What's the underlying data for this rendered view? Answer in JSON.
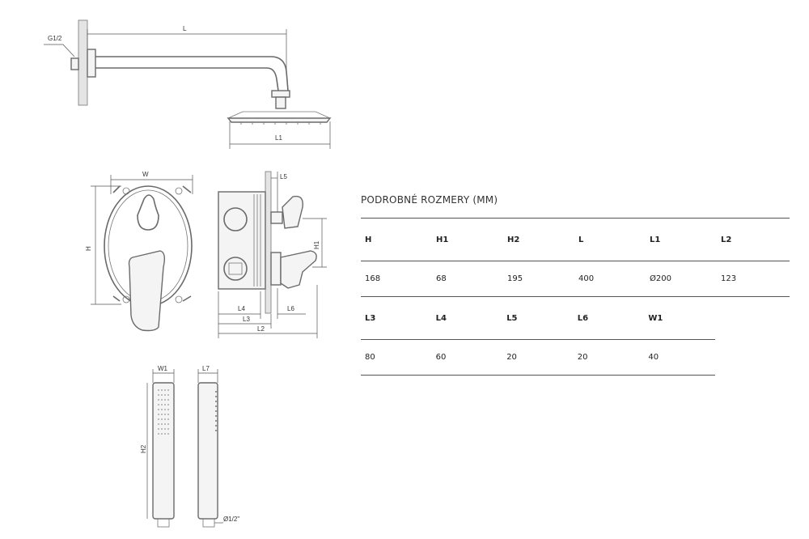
{
  "table": {
    "title": "PODROBNÉ ROZMERY (MM)",
    "rows": [
      {
        "headers": [
          "H",
          "H1",
          "H2",
          "L",
          "L1",
          "L2"
        ],
        "values": [
          "168",
          "68",
          "195",
          "400",
          "Ø200",
          "123"
        ]
      },
      {
        "headers": [
          "L3",
          "L4",
          "L5",
          "L6",
          "W1"
        ],
        "values": [
          "80",
          "60",
          "20",
          "20",
          "40"
        ]
      }
    ]
  },
  "drawing_labels": {
    "thread": "G1/2",
    "L": "L",
    "L1": "L1",
    "W": "W",
    "H": "H",
    "L5": "L5",
    "H1": "H1",
    "L4": "L4",
    "L6": "L6",
    "L3": "L3",
    "L2": "L2",
    "W1": "W1",
    "L7": "L7",
    "H2": "H2",
    "hose_thread": "Ø1/2\""
  }
}
